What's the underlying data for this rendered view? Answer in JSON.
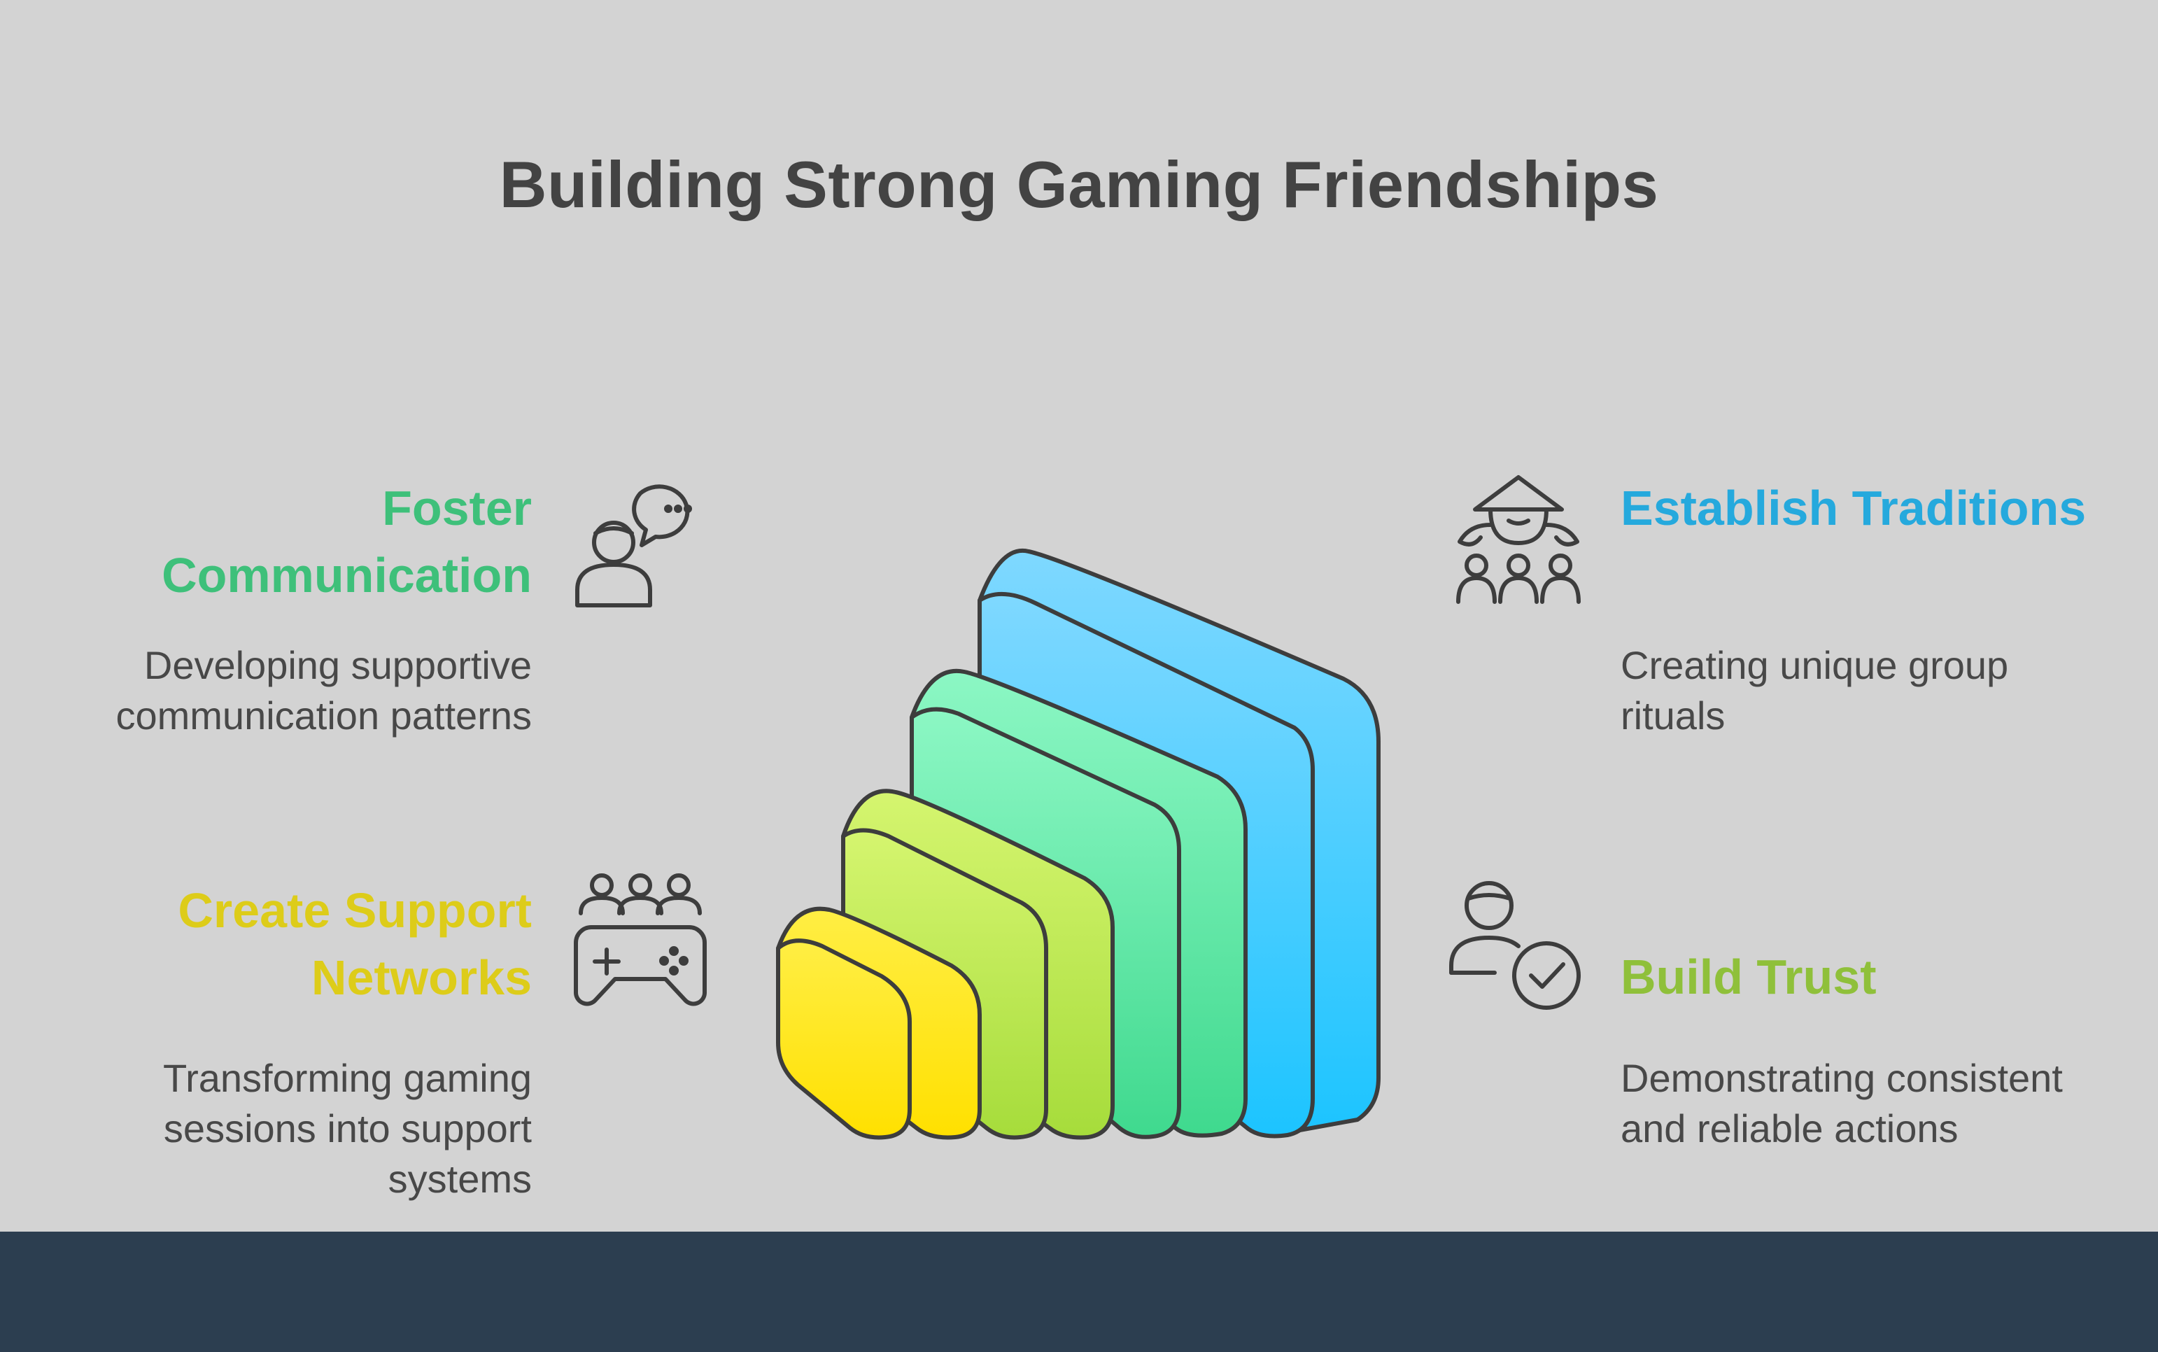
{
  "title": "Building Strong Gaming Friendships",
  "items": [
    {
      "heading": "Foster Communication",
      "description": "Developing supportive communication patterns",
      "color": "#3ec07a",
      "icon": "chat-person-icon"
    },
    {
      "heading": "Create Support Networks",
      "description": "Transforming gaming sessions into support systems",
      "color": "#ddcc19",
      "icon": "group-gamepad-icon"
    },
    {
      "heading": "Establish Traditions",
      "description": "Creating unique group rituals",
      "color": "#25a9dd",
      "icon": "ritual-group-icon"
    },
    {
      "heading": "Build Trust",
      "description": "Demonstrating consistent and reliable actions",
      "color": "#8fc03a",
      "icon": "person-check-icon"
    }
  ],
  "layers": [
    {
      "name": "yellow",
      "colors": [
        "#ffee44",
        "#ffe000"
      ]
    },
    {
      "name": "lime",
      "colors": [
        "#d5f56f",
        "#a6dc3b"
      ]
    },
    {
      "name": "green",
      "colors": [
        "#8cf7c4",
        "#3fd98e"
      ]
    },
    {
      "name": "blue",
      "colors": [
        "#7fd8ff",
        "#1cc4ff"
      ]
    }
  ],
  "colors": {
    "background": "#d3d3d3",
    "footer": "#2c3e50",
    "title": "#434343",
    "stroke": "#3d3d3d"
  }
}
